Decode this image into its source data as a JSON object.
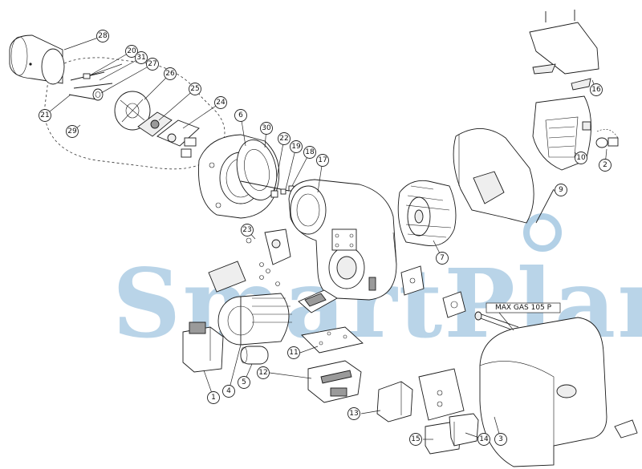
{
  "watermark": "SmartPlam",
  "max_gas_label": "MAX GAS 105 P",
  "callouts": [
    "1",
    "2",
    "3",
    "4",
    "5",
    "6",
    "7",
    "9",
    "10",
    "11",
    "12",
    "13",
    "14",
    "15",
    "16",
    "17",
    "18",
    "19",
    "20",
    "21",
    "22",
    "23",
    "24",
    "25",
    "26",
    "27",
    "28",
    "29",
    "30",
    "31"
  ]
}
